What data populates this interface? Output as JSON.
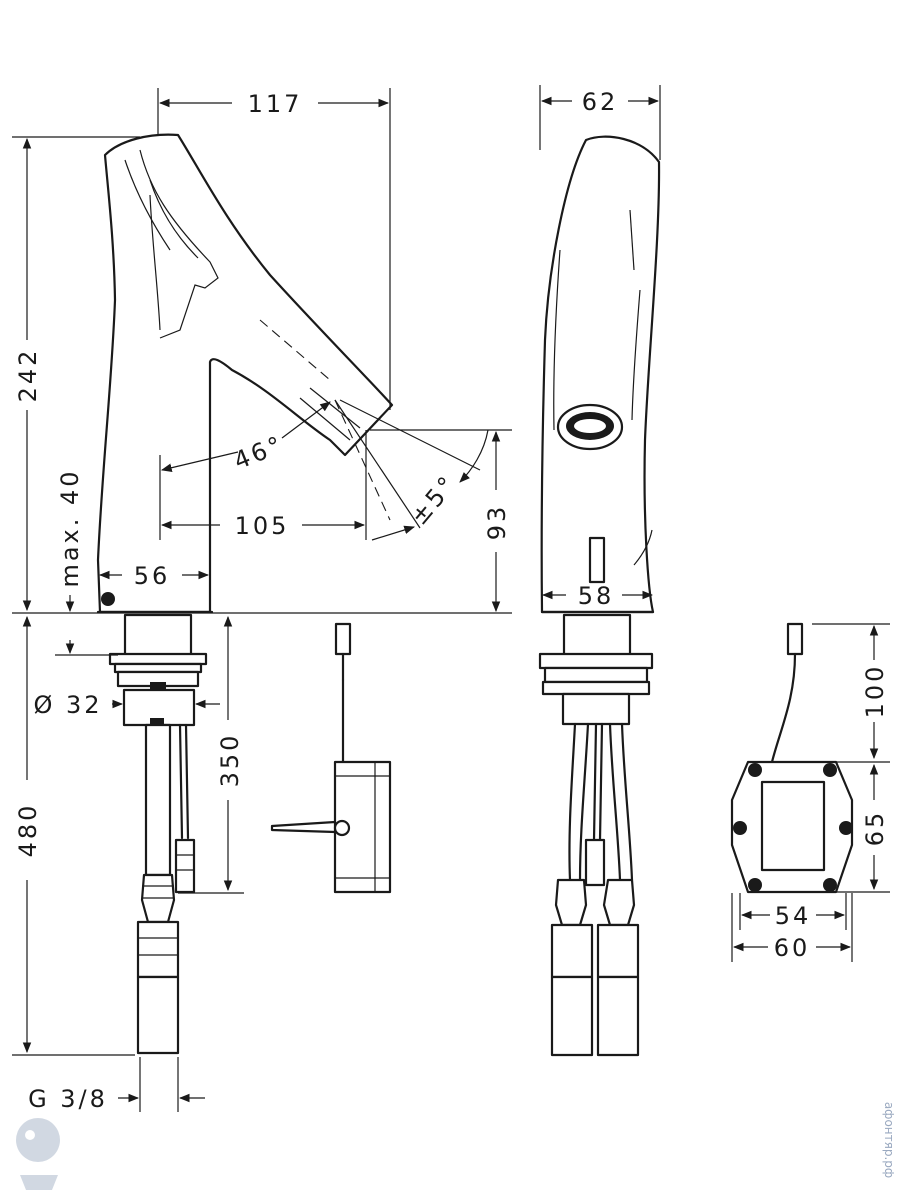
{
  "dimensions": {
    "top_width": "117",
    "side_width": "62",
    "height_total": "242",
    "max_40": "max. 40",
    "angle": "46°",
    "reach": "105",
    "base_56": "56",
    "tol_angle": "±5°",
    "sensor_height": "93",
    "side_base_58": "58",
    "diameter": "Ø 32",
    "install_480": "480",
    "install_350": "350",
    "box_100": "100",
    "box_65": "65",
    "box_54": "54",
    "box_60": "60",
    "thread": "G 3/8"
  },
  "watermark": {
    "site": "афонтяр.рф"
  },
  "colors": {
    "line": "#1a1a1a",
    "background": "#ffffff",
    "watermark": "#9aa9c0"
  }
}
